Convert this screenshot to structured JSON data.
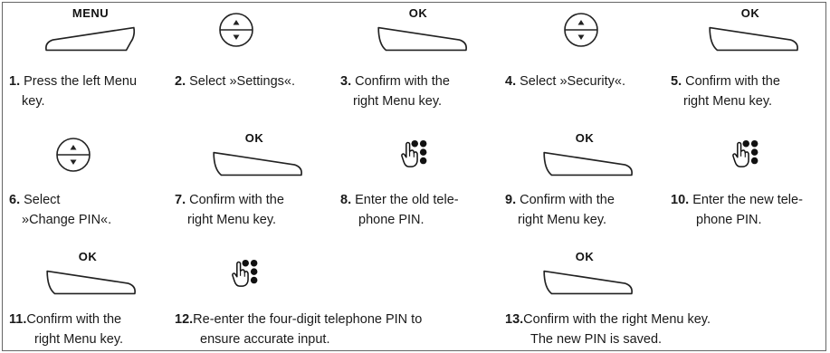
{
  "key_labels": {
    "menu": "MENU",
    "ok": "OK"
  },
  "icons": {
    "softkey": "softkey-icon",
    "nav": "nav-up-down-icon",
    "keypad": "keypad-hand-icon"
  },
  "steps": [
    {
      "num": "1.",
      "line1": "Press the left Menu",
      "line2": "key."
    },
    {
      "num": "2.",
      "line1": "Select »Settings«.",
      "line2": ""
    },
    {
      "num": "3.",
      "line1": "Confirm with the",
      "line2": "right Menu key."
    },
    {
      "num": "4.",
      "line1": "Select »Security«.",
      "line2": ""
    },
    {
      "num": "5.",
      "line1": "Confirm with the",
      "line2": "right Menu key."
    },
    {
      "num": "6.",
      "line1": "Select",
      "line2": "»Change PIN«."
    },
    {
      "num": "7.",
      "line1": "Confirm with the",
      "line2": "right Menu key."
    },
    {
      "num": "8.",
      "line1": "Enter the old tele-",
      "line2": "phone PIN."
    },
    {
      "num": "9.",
      "line1": "Confirm with the",
      "line2": "right Menu key."
    },
    {
      "num": "10.",
      "line1": "Enter the new tele-",
      "line2": "phone PIN."
    },
    {
      "num": "11.",
      "line1": "Confirm with the",
      "line2": "right Menu key."
    },
    {
      "num": "12.",
      "line1": "Re-enter the four-digit telephone PIN to",
      "line2": "ensure accurate input."
    },
    {
      "num": "13.",
      "line1": "Confirm with the right Menu key.",
      "line2": "The new PIN is saved."
    }
  ]
}
